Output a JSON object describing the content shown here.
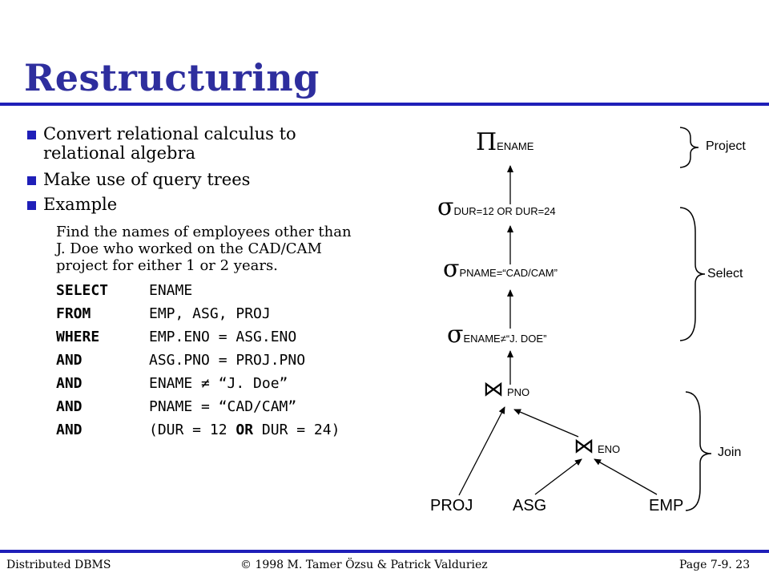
{
  "title": "Restructuring",
  "bullets": [
    "Convert relational calculus to",
    "relational algebra",
    "Make use of query trees",
    "Example"
  ],
  "example_text": [
    "Find the names of employees other than",
    "J. Doe who worked on the CAD/CAM",
    "project for either 1 or 2 years."
  ],
  "sql": [
    {
      "kw": "SELECT",
      "rest": "ENAME"
    },
    {
      "kw": "FROM",
      "rest": "EMP, ASG, PROJ"
    },
    {
      "kw": "WHERE",
      "rest": "EMP.ENO = ASG.ENO"
    },
    {
      "kw": "AND",
      "rest": "ASG.PNO = PROJ.PNO"
    },
    {
      "kw": "AND",
      "rest": "ENAME ≠ “J. Doe”"
    },
    {
      "kw": "AND",
      "rest": "PNAME = “CAD/CAM”"
    },
    {
      "kw": "AND",
      "rest_a": "(DUR = 12 ",
      "rest_or": "OR",
      "rest_b": " DUR = 24)"
    }
  ],
  "tree": {
    "project_symbol": "Π",
    "project_sub": "ENAME",
    "select_symbol": "σ",
    "select1_sub": "DUR=12 OR DUR=24",
    "select2_sub": "PNAME=“CAD/CAM”",
    "select3_sub": "ENAME≠“J. DOE”",
    "join_symbol": "⋈",
    "join1_sub": "PNO",
    "join2_sub": "ENO",
    "leaves": [
      "PROJ",
      "ASG",
      "EMP"
    ]
  },
  "labels": {
    "project": "Project",
    "select": "Select",
    "join": "Join"
  },
  "footer": {
    "left": "Distributed DBMS",
    "center": "© 1998 M. Tamer Özsu & Patrick Valduriez",
    "right": "Page 7-9. 23"
  },
  "colors": {
    "title": "#2e2e9e",
    "rule": "#1f1fb8",
    "bullet": "#1f1fb8"
  }
}
